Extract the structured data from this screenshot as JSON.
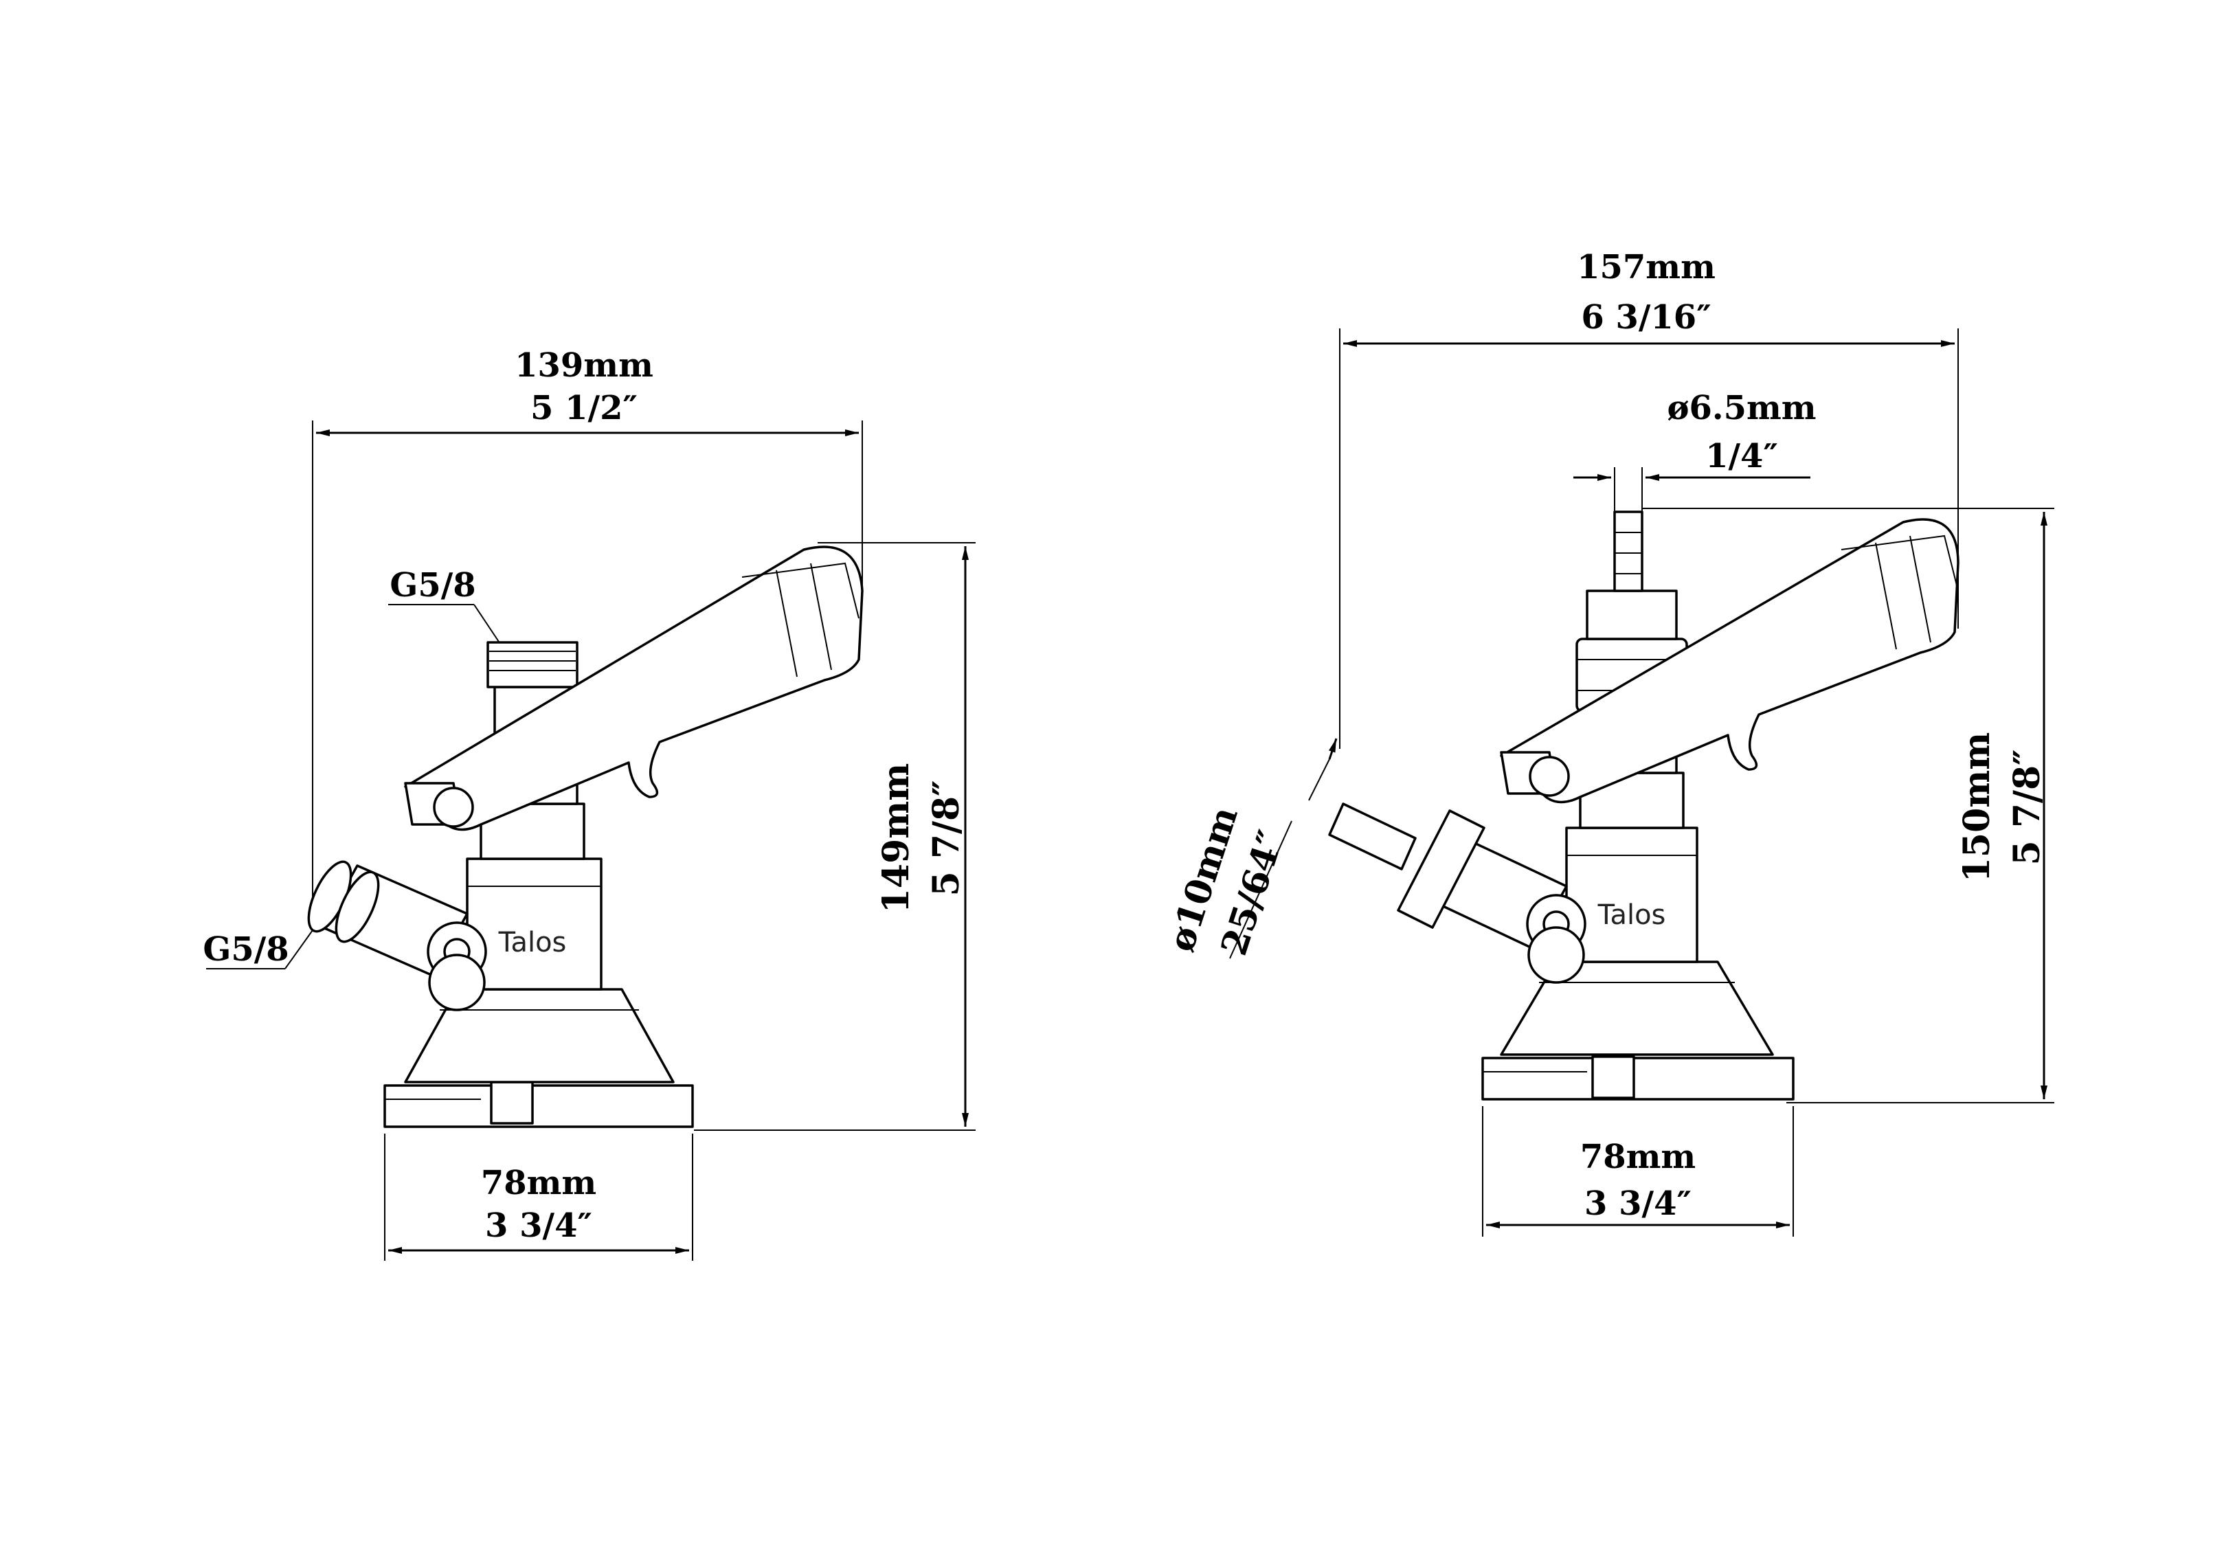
{
  "left_view": {
    "name": "Talos",
    "width": {
      "mm": "139mm",
      "inch": "5 1/2″"
    },
    "height": {
      "mm": "149mm",
      "inch": "5 7/8″"
    },
    "base": {
      "mm": "78mm",
      "inch": "3 3/4″"
    },
    "top_thread": "G5/8",
    "side_thread": "G5/8"
  },
  "right_view": {
    "name": "Talos",
    "width": {
      "mm": "157mm",
      "inch": "6 3/16″"
    },
    "height": {
      "mm": "150mm",
      "inch": "5 7/8″"
    },
    "base": {
      "mm": "78mm",
      "inch": "3 3/4″"
    },
    "hose_tail": {
      "mm": "ø6.5mm",
      "inch": "1/4″"
    },
    "side_tail": {
      "mm": "ø10mm",
      "inch": "25/64″"
    }
  },
  "icons": [
    "keg-coupler-drawing",
    "dimension-arrow"
  ]
}
